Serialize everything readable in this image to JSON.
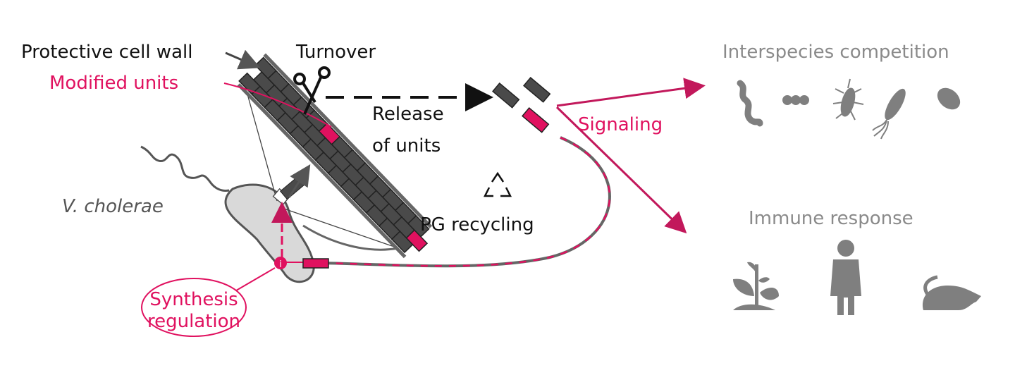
{
  "labels": {
    "cell_wall": "Protective cell wall",
    "turnover": "Turnover",
    "modified_units": "Modified units",
    "release_line1": "Release",
    "release_line2": "of units",
    "pg_recycling": "PG recycling",
    "organism": "V. cholerae",
    "synthesis_line1": "Synthesis",
    "synthesis_line2": "regulation",
    "signaling": "Signaling",
    "interspecies": "Interspecies competition",
    "immune": "Immune response",
    "regulator_marker": "i"
  },
  "colors": {
    "accent": "#e0115f",
    "wall": "#4a4a4a",
    "icons": "#7f7f7f",
    "cell": "#d9d9d9"
  },
  "icons": {
    "competitors": [
      "spirillum-icon",
      "streptococcus-icon",
      "insect-icon",
      "flagellated-bacterium-icon",
      "bacterium-icon"
    ],
    "hosts": [
      "plant-icon",
      "human-icon",
      "mouse-icon"
    ],
    "other": [
      "scissors-icon",
      "recycle-icon"
    ]
  }
}
